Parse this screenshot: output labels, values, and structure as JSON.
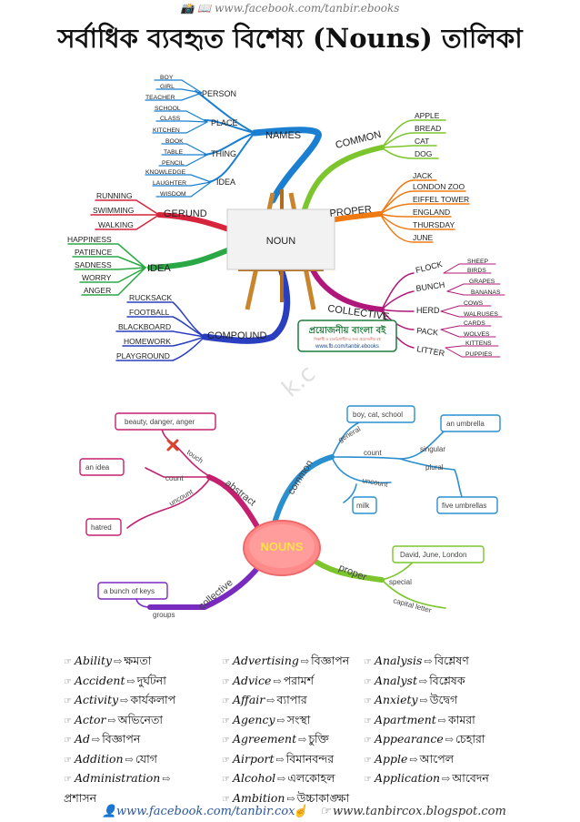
{
  "header": {
    "icons_text": "📸 📖",
    "url": "www.facebook.com/tanbir.ebooks",
    "title": "সর্বাধিক ব্যবহৃত বিশেষ্য (Nouns) তালিকা"
  },
  "map1": {
    "center": "NOUN",
    "branches": {
      "names": {
        "label": "NAMES",
        "color": "#1a7fd0"
      },
      "person": {
        "label": "PERSON",
        "items": [
          "BOY",
          "GIRL",
          "TEACHER"
        ]
      },
      "place": {
        "label": "PLACE",
        "items": [
          "SCHOOL",
          "CLASS",
          "KITCHEN"
        ]
      },
      "thing": {
        "label": "THING",
        "items": [
          "BOOK",
          "TABLE",
          "PENCIL"
        ]
      },
      "idea_small": {
        "label": "IDEA",
        "items": [
          "KNOWLEDGE",
          "LAUGHTER",
          "WISDOM"
        ]
      },
      "gerund": {
        "label": "GERUND",
        "color": "#d6243c",
        "items": [
          "RUNNING",
          "SWIMMING",
          "WALKING"
        ]
      },
      "idea": {
        "label": "IDEA",
        "color": "#2aa845",
        "items": [
          "HAPPINESS",
          "PATIENCE",
          "SADNESS",
          "WORRY",
          "ANGER"
        ]
      },
      "compound": {
        "label": "COMPOUND",
        "color": "#2a3fbf",
        "items": [
          "RUCKSACK",
          "FOOTBALL",
          "BLACKBOARD",
          "HOMEWORK",
          "PLAYGROUND"
        ]
      },
      "common": {
        "label": "COMMON",
        "color": "#7cc52c",
        "items": [
          "APPLE",
          "BREAD",
          "CAT",
          "DOG"
        ]
      },
      "proper": {
        "label": "PROPER",
        "color": "#f07a12",
        "items": [
          "JACK",
          "LONDON ZOO",
          "EIFFEL TOWER",
          "ENGLAND",
          "THURSDAY",
          "JUNE"
        ]
      },
      "collective": {
        "label": "COLLECTIVE",
        "color": "#b0177a"
      },
      "flock": {
        "label": "FLOCK",
        "items": [
          "SHEEP",
          "BIRDS"
        ]
      },
      "bunch": {
        "label": "BUNCH",
        "items": [
          "GRAPES",
          "BANANAS"
        ]
      },
      "herd": {
        "label": "HERD",
        "items": [
          "COWS",
          "WALRUSES"
        ]
      },
      "pack": {
        "label": "PACK",
        "items": [
          "CARDS",
          "WOLVES"
        ]
      },
      "litter": {
        "label": "LITTER",
        "items": [
          "KITTENS",
          "PUPPIES"
        ]
      }
    },
    "stamp": {
      "title": "প্রয়োজনীয় বাংলা বই",
      "subtitle": "শিক্ষার্থী ও চাকরিপ্রার্থীদের জন্য প্রয়োজনীয় বই",
      "url": "www.fb.com/tanbir.ebooks"
    }
  },
  "map2": {
    "center": "NOUNS",
    "abstract": {
      "label": "abstract",
      "color": "#c4206f",
      "touch": "touch",
      "touch_example": "beauty, danger, anger",
      "count": "count",
      "count_example": "an idea",
      "uncount": "uncount",
      "uncount_example": "hatred"
    },
    "common": {
      "label": "common",
      "color": "#2a8fcf",
      "general": "general",
      "general_example": "boy, cat, school",
      "count": "count",
      "singular": "singular",
      "singular_example": "an umbrella",
      "plural": "plural",
      "plural_example": "five umbrellas",
      "uncount": "uncount",
      "uncount_example": "milk"
    },
    "proper": {
      "label": "proper",
      "color": "#7cc52c",
      "special": "special",
      "special_example": "David, June, London",
      "capital": "capital letter"
    },
    "collective": {
      "label": "collective",
      "color": "#7a2bbf",
      "groups": "groups",
      "groups_example": "a bunch of keys"
    }
  },
  "vocab": {
    "columns": [
      [
        {
          "en": "Ability",
          "bn": "ক্ষমতা"
        },
        {
          "en": "Accident",
          "bn": "দুর্ঘটনা"
        },
        {
          "en": "Activity",
          "bn": "কার্যকলাপ"
        },
        {
          "en": "Actor",
          "bn": "অভিনেতা"
        },
        {
          "en": "Ad",
          "bn": "বিজ্ঞাপন"
        },
        {
          "en": "Addition",
          "bn": "যোগ"
        },
        {
          "en": "Administration",
          "bn": "প্রশাসন"
        }
      ],
      [
        {
          "en": "Advertising",
          "bn": "বিজ্ঞাপন"
        },
        {
          "en": "Advice",
          "bn": "পরামর্শ"
        },
        {
          "en": "Affair",
          "bn": "ব্যাপার"
        },
        {
          "en": "Agency",
          "bn": "সংস্থা"
        },
        {
          "en": "Agreement",
          "bn": "চুক্তি"
        },
        {
          "en": "Airport",
          "bn": "বিমানবন্দর"
        },
        {
          "en": "Alcohol",
          "bn": "এলকোহল"
        },
        {
          "en": "Ambition",
          "bn": "উচ্চাকাঙ্ক্ষা"
        }
      ],
      [
        {
          "en": "Analysis",
          "bn": "বিশ্লেষণ"
        },
        {
          "en": "Analyst",
          "bn": "বিশ্লেষক"
        },
        {
          "en": "Anxiety",
          "bn": "উদ্বেগ"
        },
        {
          "en": "Apartment",
          "bn": "কামরা"
        },
        {
          "en": "Appearance",
          "bn": "চেহারা"
        },
        {
          "en": "Apple",
          "bn": "আপেল"
        },
        {
          "en": "Application",
          "bn": "আবেদন"
        }
      ]
    ]
  },
  "footer": {
    "facebook": "www.facebook.com/tanbir.cox",
    "blog": "www.tanbircox.blogspot.com"
  },
  "watermark": "k.c"
}
